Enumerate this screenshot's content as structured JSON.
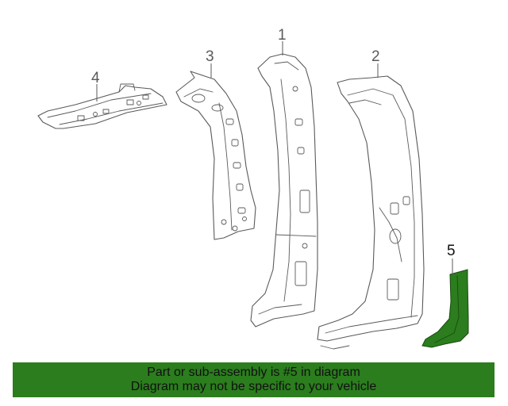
{
  "diagram": {
    "callouts": [
      "1",
      "2",
      "3",
      "4",
      "5"
    ],
    "selected_part": "5",
    "colors": {
      "line": "#5a5a5a",
      "highlight_fill": "#2b7d1d",
      "banner_bg": "#2b7d1d",
      "banner_text": "#111111"
    }
  },
  "banner": {
    "line1": "Part or sub-assembly is #5 in diagram",
    "line2": "Diagram may not be specific to your vehicle"
  }
}
